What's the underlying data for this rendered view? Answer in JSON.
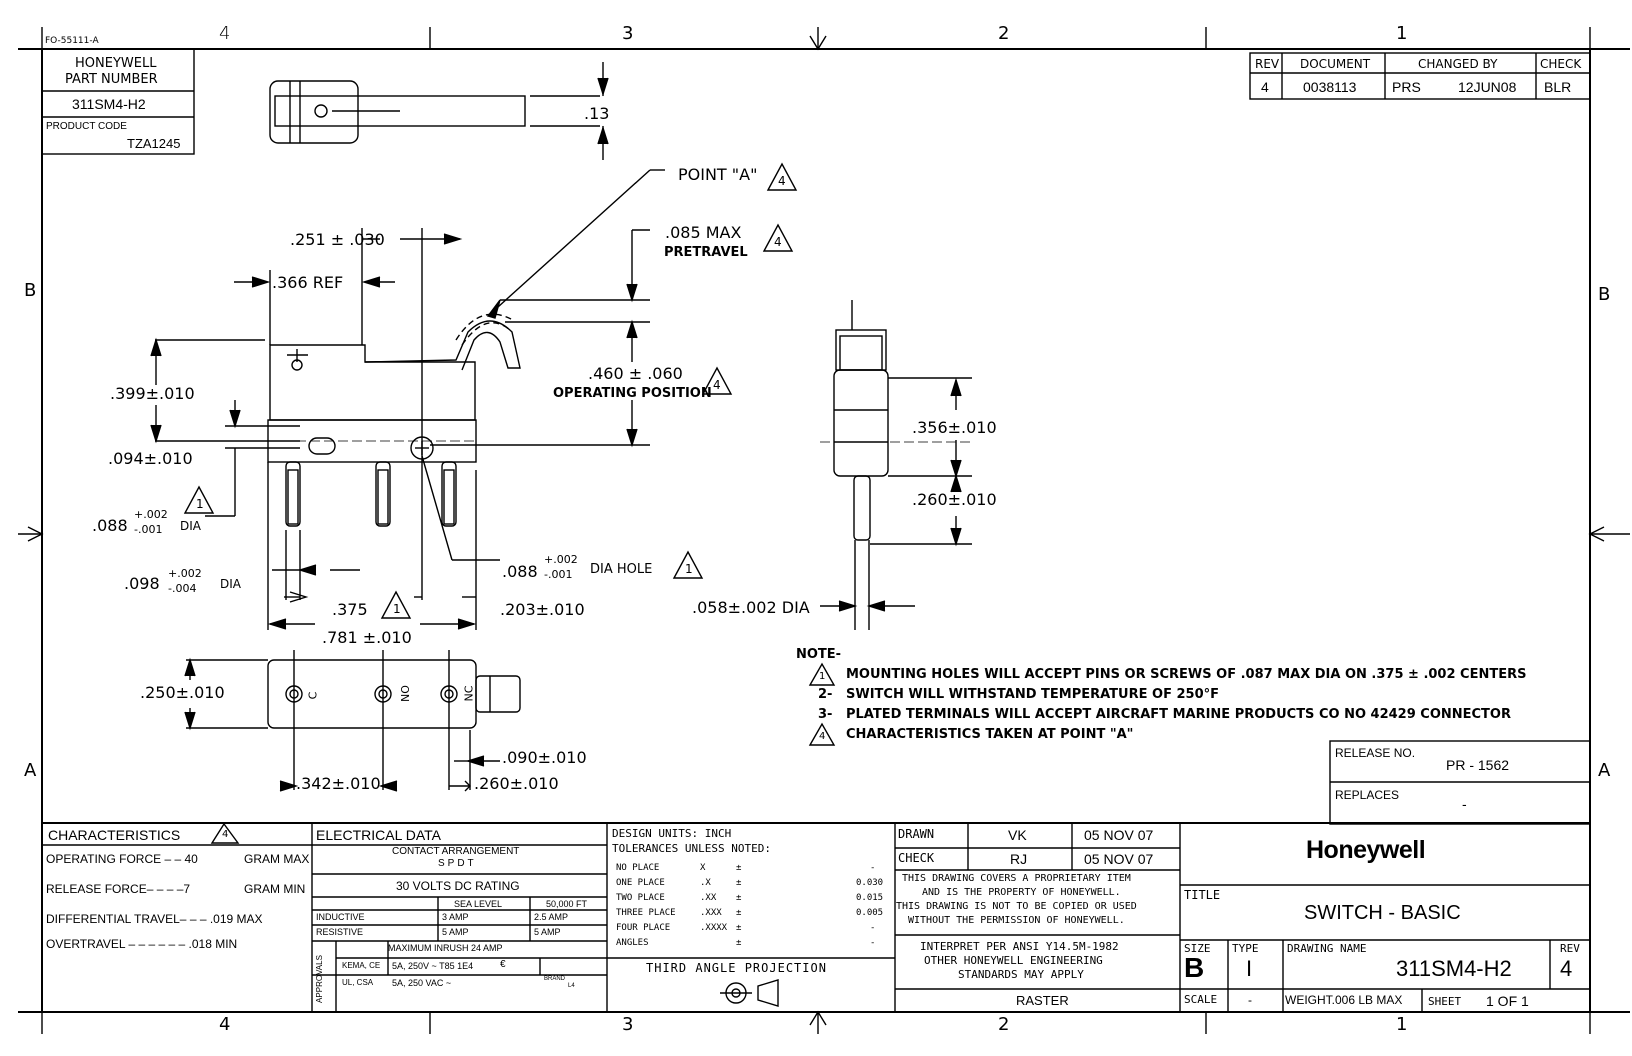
{
  "form_number": "FO-55111-A",
  "zone_cols_top": [
    "4",
    "3",
    "2",
    "1"
  ],
  "zone_cols_bottom": [
    "4",
    "3",
    "2",
    "1"
  ],
  "zone_rows": [
    "B",
    "A"
  ],
  "part_box": {
    "header_line1": "HONEYWELL",
    "header_line2": "PART NUMBER",
    "part_number": "311SM4-H2",
    "product_code_label": "PRODUCT CODE",
    "product_code": "TZA1245"
  },
  "revision_block": {
    "headers": [
      "REV",
      "DOCUMENT",
      "CHANGED BY",
      "CHECK"
    ],
    "rev": "4",
    "document": "0038113",
    "changed_by": "PRS",
    "date": "12JUN08",
    "check": "BLR"
  },
  "dims": {
    "d_013": ".13",
    "point_a": "POINT \"A\"",
    "pretravel_value": ".085 MAX",
    "pretravel_label": "PRETRAVEL",
    "d_251": ".251 ± .030",
    "d_366": ".366 REF",
    "d_460": ".460 ± .060",
    "operating_position": "OPERATING POSITION",
    "d_399": ".399±.010",
    "d_094": ".094±.010",
    "d_088_pre": ".088",
    "d_088_tol_up": "+.002",
    "d_088_tol_dn": "-.001",
    "dia": "DIA",
    "d_098_pre": ".098",
    "d_098_tol_up": "+.002",
    "d_098_tol_dn": "-.004",
    "dia_hole": "DIA HOLE",
    "d_375": ".375",
    "d_203": ".203±.010",
    "d_781": ".781 ±.010",
    "d_356": ".356±.010",
    "d_260v": ".260±.010",
    "d_058": ".058±.002 DIA",
    "d_250": ".250±.010",
    "d_090": ".090±.010",
    "d_342": ".342±.010",
    "d_260h": ".260±.010",
    "term_c": "C",
    "term_no": "NO",
    "term_nc": "NC",
    "flag_1": "1",
    "flag_4": "4"
  },
  "notes": {
    "heading": "NOTE-",
    "n1": "MOUNTING HOLES WILL ACCEPT PINS OR SCREWS OF .087 MAX DIA ON .375 ± .002 CENTERS",
    "n2_num": "2-",
    "n2": "SWITCH WILL WITHSTAND TEMPERATURE OF 250°F",
    "n3_num": "3-",
    "n3": "PLATED TERMINALS WILL ACCEPT AIRCRAFT MARINE PRODUCTS CO NO 42429 CONNECTOR",
    "n4": "CHARACTERISTICS TAKEN AT POINT \"A\""
  },
  "release": {
    "release_label": "RELEASE NO.",
    "release_value": "PR - 1562",
    "replaces_label": "REPLACES",
    "replaces_value": "-"
  },
  "characteristics": {
    "title": "CHARACTERISTICS",
    "rows": [
      {
        "label": "OPERATING FORCE – – 40",
        "unit": "GRAM  MAX"
      },
      {
        "label": "RELEASE FORCE– – – –7",
        "unit": "GRAM  MIN"
      },
      {
        "label": "DIFFERENTIAL TRAVEL– – – .019 MAX",
        "unit": ""
      },
      {
        "label": "OVERTRAVEL – – – – – –  .018 MIN",
        "unit": ""
      }
    ]
  },
  "electrical": {
    "title": "ELECTRICAL DATA",
    "contact_label": "CONTACT ARRANGEMENT",
    "contact_value": "SPDT",
    "voltage": "30 VOLTS DC RATING",
    "col_sea": "SEA LEVEL",
    "col_alt": "50,000 FT",
    "inductive": "INDUCTIVE",
    "inductive_sea": "3 AMP",
    "inductive_alt": "2.5 AMP",
    "resistive": "RESISTIVE",
    "resistive_sea": "5 AMP",
    "resistive_alt": "5 AMP",
    "inrush": "MAXIMUM INRUSH   24 AMP",
    "approvals": "APPROVALS",
    "kema": "KEMA, CE",
    "kema_val": "5A, 250V ~ T85 1E4",
    "ul": "UL, CSA",
    "ul_val": "5A, 250 VAC ~",
    "brand": "BRAND",
    "brand_val": "L4"
  },
  "tolerances": {
    "units": "DESIGN UNITS:  INCH",
    "heading": "TOLERANCES UNLESS NOTED:",
    "rows": [
      {
        "name": "NO PLACE",
        "fmt": "X",
        "pm": "±",
        "val": "-"
      },
      {
        "name": "ONE PLACE",
        "fmt": ".X",
        "pm": "±",
        "val": "0.030"
      },
      {
        "name": "TWO PLACE",
        "fmt": ".XX",
        "pm": "±",
        "val": "0.015"
      },
      {
        "name": "THREE PLACE",
        "fmt": ".XXX",
        "pm": "±",
        "val": "0.005"
      },
      {
        "name": "FOUR PLACE",
        "fmt": ".XXXX",
        "pm": "±",
        "val": "-"
      },
      {
        "name": "ANGLES",
        "fmt": "",
        "pm": "±",
        "val": "-"
      }
    ],
    "projection": "THIRD ANGLE PROJECTION"
  },
  "approval_block": {
    "drawn_label": "DRAWN",
    "drawn_by": "VK",
    "drawn_date": "05 NOV 07",
    "check_label": "CHECK",
    "check_by": "RJ",
    "check_date": "05 NOV 07",
    "proprietary": [
      "THIS DRAWING COVERS A PROPRIETARY ITEM",
      "AND IS THE PROPERTY OF HONEYWELL.",
      "THIS DRAWING IS NOT TO BE COPIED OR USED",
      "WITHOUT THE PERMISSION OF HONEYWELL."
    ],
    "interpret": [
      "INTERPRET PER ANSI Y14.5M-1982",
      "OTHER HONEYWELL ENGINEERING",
      "STANDARDS MAY APPLY"
    ],
    "raster": "RASTER"
  },
  "title_block": {
    "company": "Honeywell",
    "title_label": "TITLE",
    "title": "SWITCH - BASIC",
    "size_label": "SIZE",
    "size": "B",
    "type_label": "TYPE",
    "type": "I",
    "drawing_name_label": "DRAWING NAME",
    "drawing_name": "311SM4-H2",
    "rev_label": "REV",
    "rev": "4",
    "scale_label": "SCALE",
    "scale": "-",
    "weight": "WEIGHT.006 LB MAX",
    "sheet_label": "SHEET",
    "sheet": "1 OF 1"
  }
}
